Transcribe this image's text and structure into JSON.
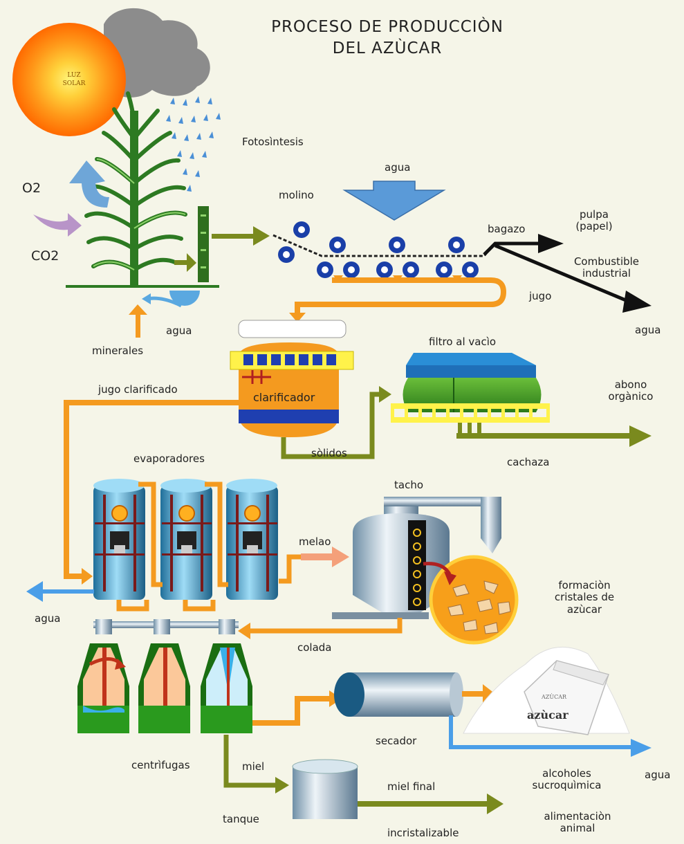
{
  "title": {
    "line1": "PROCESO DE PRODUCCIÒN",
    "line2": "DEL AZÙCAR"
  },
  "sun": {
    "line1": "LUZ",
    "line2": "SOLAR"
  },
  "labels": {
    "o2": "O2",
    "co2": "CO2",
    "fotosintesis": "Fotosìntesis",
    "agua_top": "agua",
    "molino": "molino",
    "bagazo": "bagazo",
    "pulpa_line1": "pulpa",
    "pulpa_line2": "(papel)",
    "combustible_line1": "Combustible",
    "combustible_line2": "industrial",
    "jugo": "jugo",
    "agua_right": "agua",
    "agua_plant": "agua",
    "minerales": "minerales",
    "filtro": "filtro al vacìo",
    "abono_line1": "abono",
    "abono_line2": "orgànico",
    "jugo_clarificado": "jugo clarificado",
    "clarificador": "clarificador",
    "solidos": "sòlidos",
    "cachaza": "cachaza",
    "evaporadores": "evaporadores",
    "tacho": "tacho",
    "melao": "melao",
    "formacion_line1": "formaciòn",
    "formacion_line2": "cristales de",
    "formacion_line3": "azùcar",
    "agua_left": "agua",
    "colada": "colada",
    "azucar_bag": "azùcar",
    "azucar_bag_small": "AZÙCAR",
    "secador": "secador",
    "agua_bottom_right": "agua",
    "centrifugas": "centrìfugas",
    "miel": "miel",
    "alcoholes_line1": "alcoholes",
    "alcoholes_line2": "sucroquìmica",
    "miel_final": "miel final",
    "tanque": "tanque",
    "alimentacion_line1": "alimentaciòn",
    "alimentacion_line2": "animal",
    "incristalizable": "incristalizable"
  },
  "colors": {
    "background": "#f5f5e8",
    "juice_orange": "#f49a1f",
    "olive_flow": "#7a8a1e",
    "water_blue": "#4a9ee8",
    "black_flow": "#111111"
  }
}
